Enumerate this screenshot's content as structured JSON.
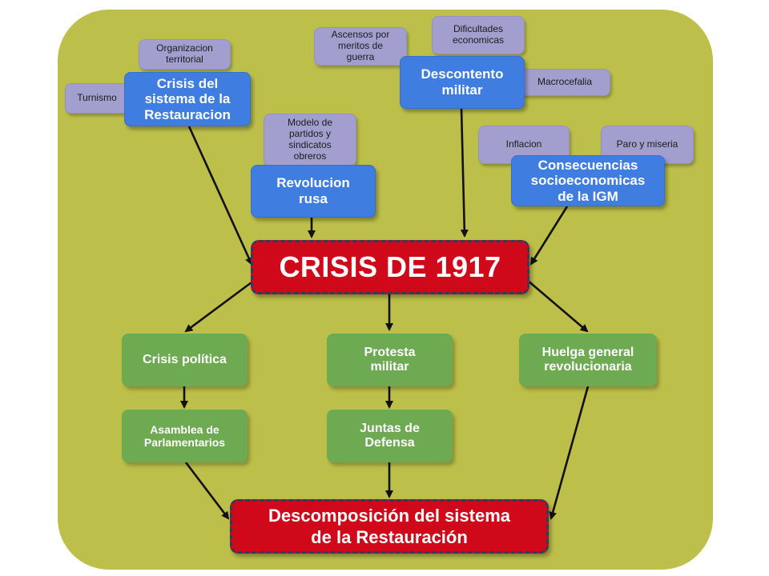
{
  "colors": {
    "background": "#bcbf49",
    "blue_box": "#3f7ee0",
    "purple_box": "#a29fce",
    "green_box": "#6daa52",
    "red_box": "#d0091a",
    "dashed_border": "#2c3d63"
  },
  "causes": {
    "crisis_sistema": "Crisis del\nsistema de la\nRestauracion",
    "revolucion_rusa": "Revolucion\nrusa",
    "descontento_militar": "Descontento\nmilitar",
    "consecuencias": "Consecuencias\nsocioeconomicas\nde la IGM"
  },
  "details": {
    "organizacion": "Organizacion\nterritorial",
    "turnismo": "Turnismo",
    "modelo_partidos": "Modelo de\npartidos y\nsindicatos\nobreros",
    "ascensos": "Ascensos por\nmeritos de\nguerra",
    "dificultades": "Dificultades\neconomicas",
    "macrocefalia": "Macrocefalia",
    "inflacion": "Inflacion",
    "paro": "Paro y miseria"
  },
  "central": {
    "title": "CRISIS DE 1917"
  },
  "effects": {
    "crisis_politica": "Crisis política",
    "protesta_militar": "Protesta\nmilitar",
    "huelga_general": "Huelga general\nrevolucionaria",
    "asamblea": "Asamblea de\nParlamentarios",
    "juntas": "Juntas de\nDefensa"
  },
  "outcome": {
    "title": "Descomposición del sistema\nde la Restauración"
  }
}
